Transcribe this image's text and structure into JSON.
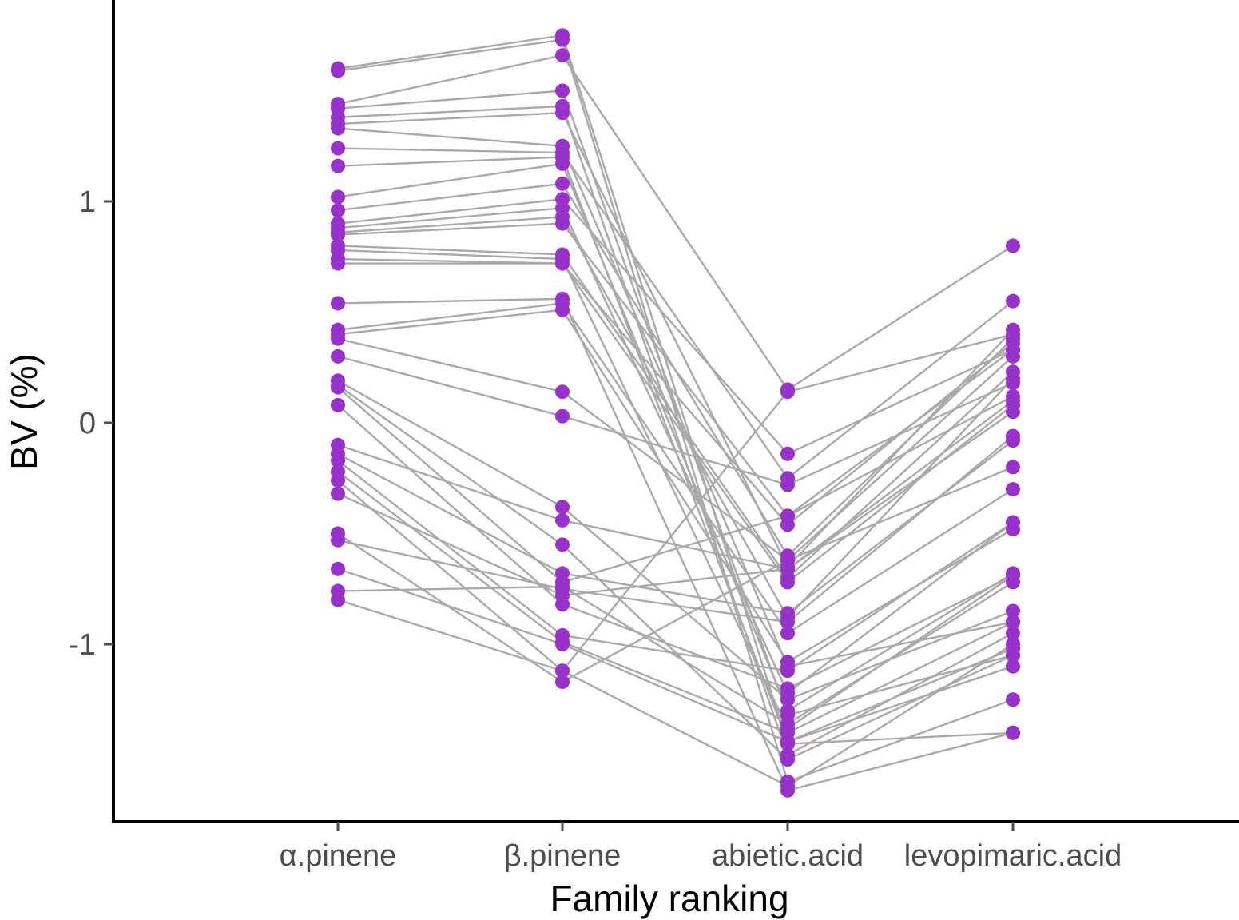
{
  "chart_data": {
    "type": "line",
    "xlabel": "Family ranking",
    "ylabel": "BV (%)",
    "categories": [
      "α.pinene",
      "β.pinene",
      "abietic.acid",
      "levopimaric.acid"
    ],
    "yticks": [
      -1,
      0,
      1
    ],
    "ylim": [
      -1.8,
      1.9
    ],
    "grid": false,
    "legend": "none",
    "colors": {
      "point": "#9932CC",
      "line": "#A9A9A9",
      "axis": "#000000",
      "tick_text": "#4D4D4D"
    },
    "series": [
      {
        "values": [
          1.6,
          1.75,
          -1.45,
          -1.4
        ]
      },
      {
        "values": [
          1.59,
          1.73,
          -1.62,
          -1.25
        ]
      },
      {
        "values": [
          1.44,
          1.66,
          0.15,
          0.8
        ]
      },
      {
        "values": [
          1.42,
          1.5,
          -1.32,
          -1.05
        ]
      },
      {
        "values": [
          1.38,
          1.43,
          -1.5,
          -0.95
        ]
      },
      {
        "values": [
          1.35,
          1.4,
          -0.65,
          0.42
        ]
      },
      {
        "values": [
          1.33,
          1.25,
          -1.1,
          -0.9
        ]
      },
      {
        "values": [
          1.24,
          1.22,
          -0.25,
          0.55
        ]
      },
      {
        "values": [
          1.16,
          1.2,
          -1.44,
          -1.1
        ]
      },
      {
        "values": [
          1.02,
          1.17,
          -1.3,
          -0.68
        ]
      },
      {
        "values": [
          0.96,
          1.08,
          -0.6,
          0.38
        ]
      },
      {
        "values": [
          0.9,
          1.01,
          -0.14,
          0.33
        ]
      },
      {
        "values": [
          0.88,
          0.97,
          -1.22,
          -0.45
        ]
      },
      {
        "values": [
          0.86,
          0.93,
          -0.88,
          0.2
        ]
      },
      {
        "values": [
          0.85,
          0.9,
          -0.42,
          0.12
        ]
      },
      {
        "values": [
          0.8,
          0.76,
          -0.7,
          0.23
        ]
      },
      {
        "values": [
          0.78,
          0.74,
          -1.38,
          -0.69
        ]
      },
      {
        "values": [
          0.74,
          0.72,
          -0.46,
          0.36
        ]
      },
      {
        "values": [
          0.72,
          0.72,
          -0.72,
          0.08
        ]
      },
      {
        "values": [
          0.54,
          0.56,
          -1.66,
          -1.4
        ]
      },
      {
        "values": [
          0.42,
          0.54,
          -0.95,
          -0.3
        ]
      },
      {
        "values": [
          0.4,
          0.51,
          -1.08,
          -0.48
        ]
      },
      {
        "values": [
          0.38,
          0.14,
          -0.62,
          0.3
        ]
      },
      {
        "values": [
          0.3,
          0.03,
          -0.28,
          0.18
        ]
      },
      {
        "values": [
          0.19,
          -0.38,
          -1.25,
          -0.85
        ]
      },
      {
        "values": [
          0.17,
          -0.55,
          -1.52,
          -1.05
        ]
      },
      {
        "values": [
          0.16,
          -0.72,
          -0.42,
          0.33
        ]
      },
      {
        "values": [
          0.08,
          -0.82,
          -1.2,
          -0.69
        ]
      },
      {
        "values": [
          -0.1,
          -0.44,
          -0.66,
          0.05
        ]
      },
      {
        "values": [
          -0.14,
          -0.68,
          -0.86,
          -0.08
        ]
      },
      {
        "values": [
          -0.17,
          -0.96,
          -1.12,
          -0.45
        ]
      },
      {
        "values": [
          -0.22,
          -0.99,
          -1.4,
          -0.9
        ]
      },
      {
        "values": [
          -0.26,
          -1.12,
          0.14,
          0.4
        ]
      },
      {
        "values": [
          -0.32,
          -0.78,
          -0.66,
          0.1
        ]
      },
      {
        "values": [
          -0.5,
          -1.17,
          -0.62,
          -0.2
        ]
      },
      {
        "values": [
          -0.53,
          -0.75,
          -0.9,
          -0.06
        ]
      },
      {
        "values": [
          -0.66,
          -1.0,
          -1.44,
          -1.02
        ]
      },
      {
        "values": [
          -0.76,
          -0.74,
          -1.36,
          -0.72
        ]
      },
      {
        "values": [
          -0.8,
          -1.12,
          -1.64,
          -1.0
        ]
      }
    ]
  }
}
